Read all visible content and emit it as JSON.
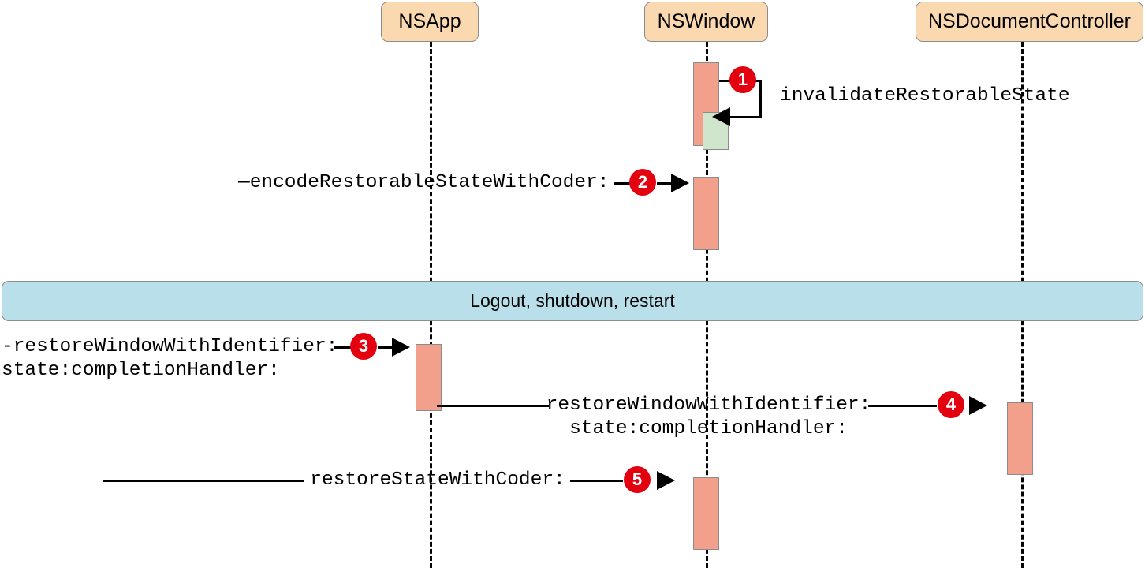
{
  "diagram": {
    "title": "Window restoration sequence",
    "colors": {
      "lifeline_header_fill": "#fbd9b0",
      "activation_fill": "#f2a08c",
      "activation_nested_fill": "#cfe5cc",
      "banner_fill": "#b9e0ea",
      "badge_fill": "#e3000f",
      "stroke": "#8c8c8c",
      "line": "#000000"
    },
    "lifelines": [
      {
        "name": "NSApp"
      },
      {
        "name": "NSWindow"
      },
      {
        "name": "NSDocumentController"
      }
    ],
    "banner": {
      "label": "Logout, shutdown, restart"
    },
    "messages": [
      {
        "step": "1",
        "label_line1": "invalidateRestorableState",
        "label_line2": "",
        "from": "NSWindow",
        "to": "NSWindow",
        "kind": "self-call"
      },
      {
        "step": "2",
        "label_line1": "—encodeRestorableStateWithCoder:",
        "label_line2": "",
        "from": "external",
        "to": "NSWindow",
        "kind": "call"
      },
      {
        "step": "3",
        "label_line1": "-restoreWindowWithIdentifier:",
        "label_line2": "state:completionHandler:",
        "from": "external",
        "to": "NSApp",
        "kind": "call"
      },
      {
        "step": "4",
        "label_line1": "restoreWindowWithIdentifier:",
        "label_line2": "state:completionHandler:",
        "from": "NSApp",
        "to": "NSDocumentController",
        "kind": "call"
      },
      {
        "step": "5",
        "label_line1": "restoreStateWithCoder:",
        "label_line2": "",
        "from": "external",
        "to": "NSWindow",
        "kind": "call"
      }
    ]
  }
}
